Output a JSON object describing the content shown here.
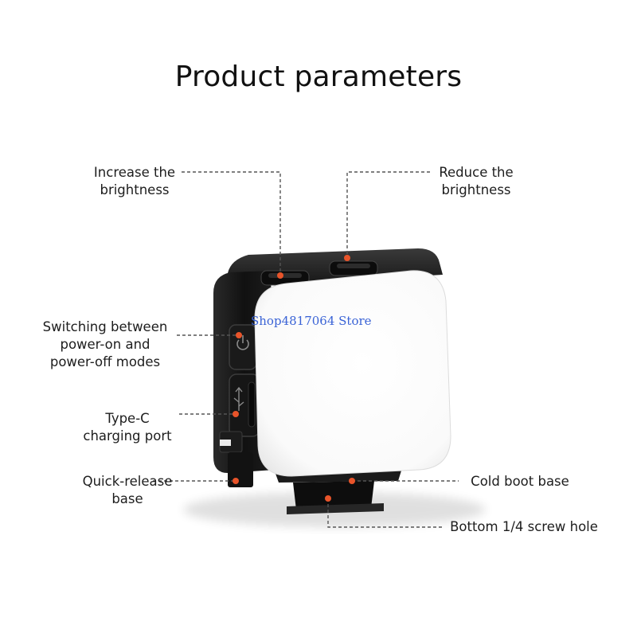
{
  "title": "Product parameters",
  "watermark": "Shop4817064 Store",
  "labels": {
    "increase": [
      "Increase the",
      "brightness"
    ],
    "reduce": [
      "Reduce the",
      "brightness"
    ],
    "power": [
      "Switching between",
      "power-on and",
      "power-off modes"
    ],
    "typec": [
      "Type-C",
      "charging port"
    ],
    "quick": [
      "Quick-release",
      "base"
    ],
    "cold": [
      "Cold boot base"
    ],
    "screw": [
      "Bottom 1/4 screw hole"
    ]
  },
  "icons": {
    "power_button": "power-icon",
    "usb_port": "usb-icon"
  },
  "colors": {
    "leader_line": "#555555",
    "callout_dot": "#e8542a",
    "body": "#141414",
    "diffuser": "#ffffff",
    "watermark": "#3a63d6"
  }
}
